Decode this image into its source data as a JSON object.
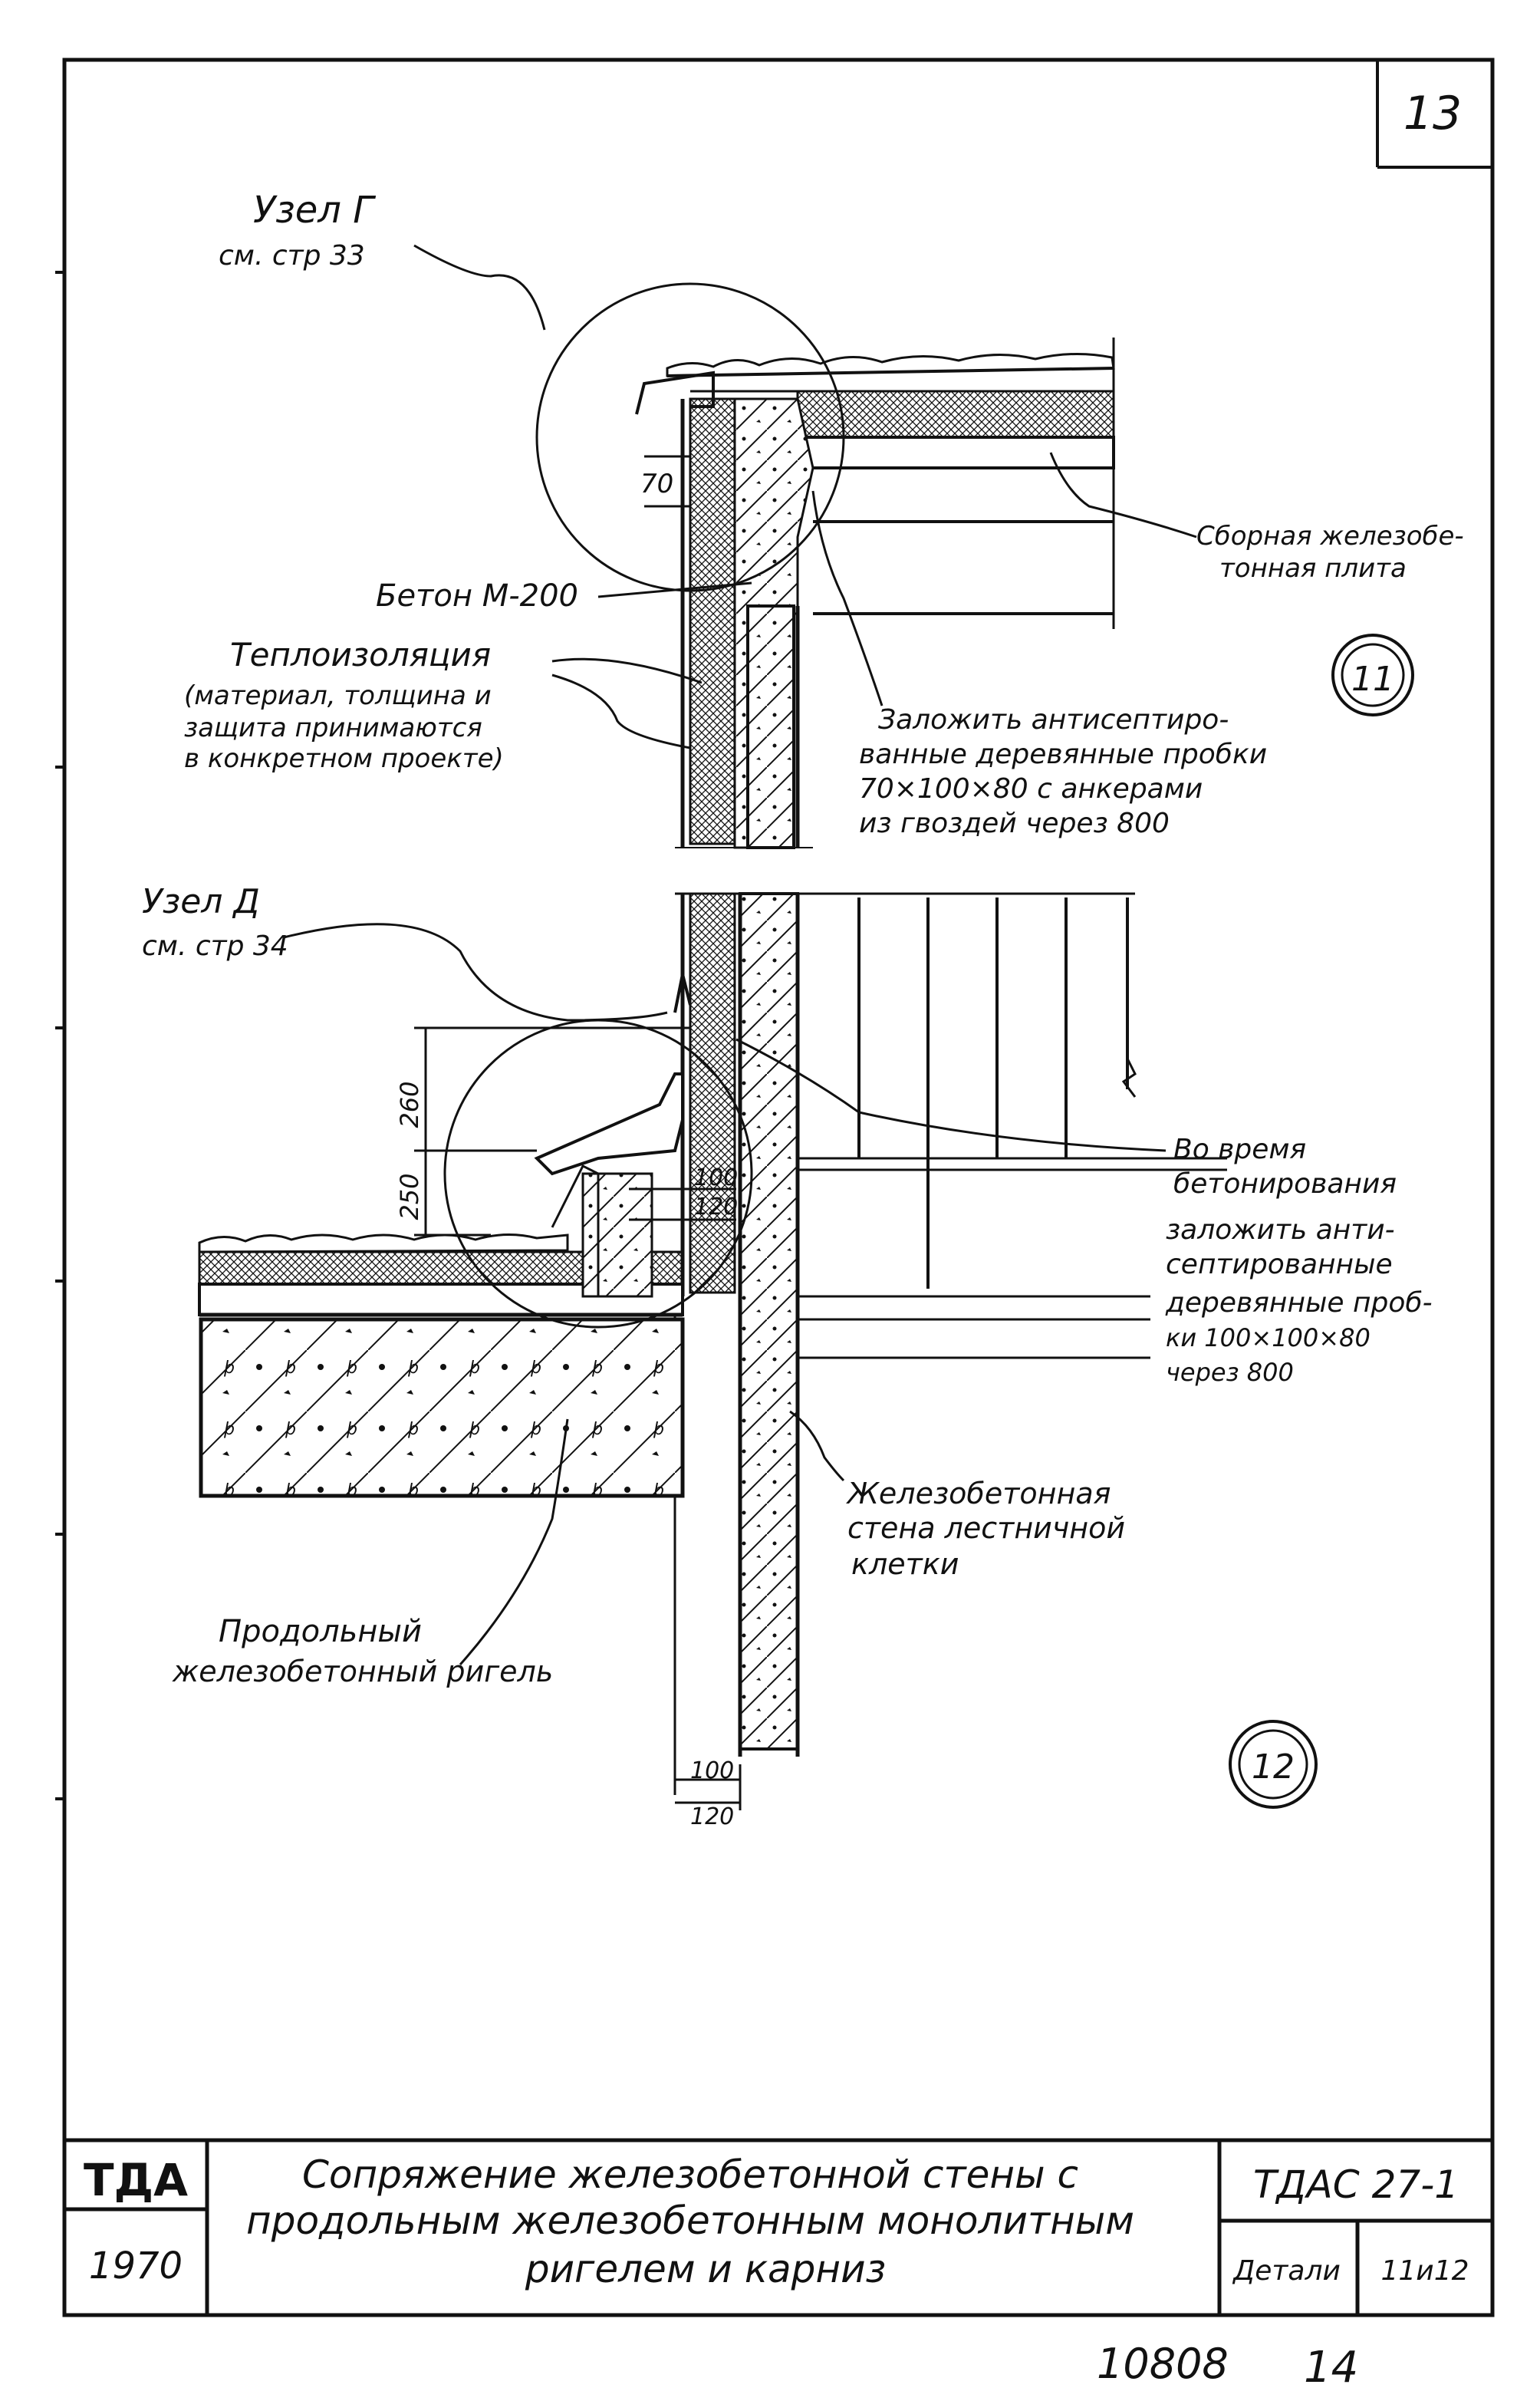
{
  "sheet": {
    "page_number": "13"
  },
  "labels": {
    "uzel_g_title": "Узел Г",
    "uzel_g_ref": "см. стр 33",
    "beton": "Бетон М-200",
    "teploizolyaciya_1": "Теплоизоляция",
    "teploizolyaciya_2": "(материал, толщина и",
    "teploizolyaciya_3": "защита принимаются",
    "teploizolyaciya_4": "в конкретном проекте)",
    "plita_1": "Сборная железобе-",
    "plita_2": "тонная плита",
    "zalozhit_1": "Заложить антисептиро-",
    "zalozhit_2": "ванные деревянные пробки",
    "zalozhit_3": "70×100×80 с анкерами",
    "zalozhit_4": "из гвоздей через 800",
    "uzel_d_title": "Узел Д",
    "uzel_d_ref": "см. стр 34",
    "vo_vremya_1": "Во время",
    "vo_vremya_2": "бетонирования",
    "vo_vremya_3": "заложить анти-",
    "vo_vremya_4": "септированные",
    "vo_vremya_5": "деревянные проб-",
    "vo_vremya_6": "ки 100×100×80",
    "vo_vremya_7": "через 800",
    "stena_1": "Железобетонная",
    "stena_2": "стена лестничной",
    "stena_3": "клетки",
    "rigel_1": "Продольный",
    "rigel_2": "железобетонный ригель"
  },
  "dimensions": {
    "d70": "70",
    "d260": "260",
    "d250": "250",
    "d100_top": "100",
    "d120_top": "120",
    "d100_bottom": "100",
    "d120_bottom": "120"
  },
  "details": {
    "detail_11": "11",
    "detail_12": "12"
  },
  "title_block": {
    "org": "ТДА",
    "year": "1970",
    "title_line1": "Сопряжение железобетонной стены с",
    "title_line2": "продольным железобетонным монолитным",
    "title_line3": "ригелем и карниз",
    "code": "ТДАС 27-1",
    "detail_label": "Детали",
    "detail_value": "11и12"
  },
  "footer": {
    "inventory": "10808",
    "sheet": "14"
  }
}
